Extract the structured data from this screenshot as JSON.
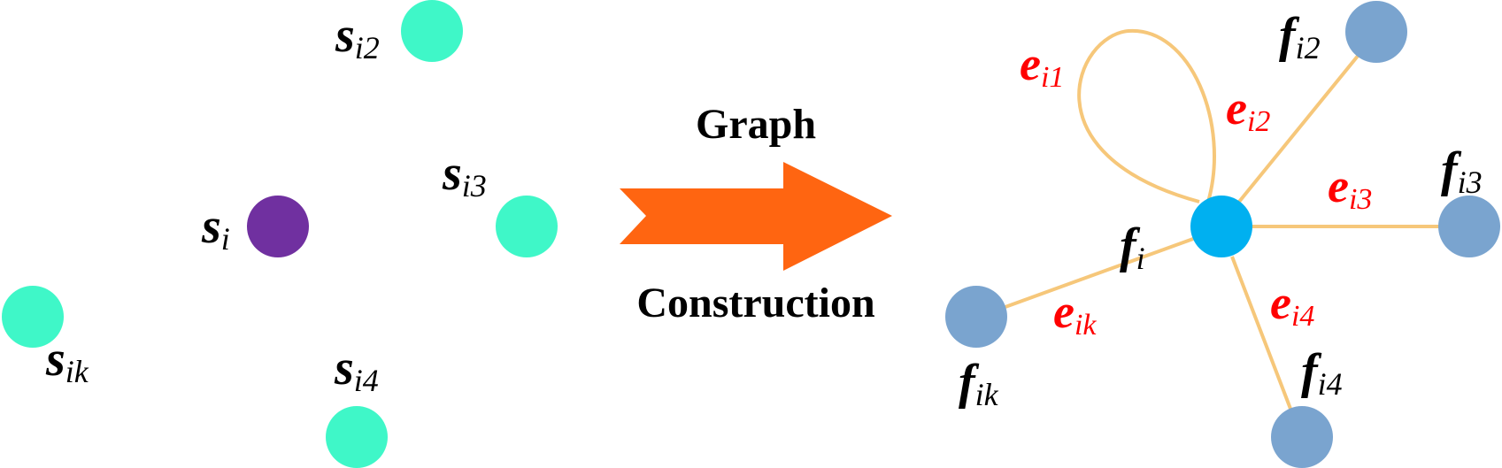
{
  "colors": {
    "sample_node": "#3ff7c8",
    "center_sample_node": "#7030a0",
    "feature_node": "#7aa4cf",
    "center_feature_node": "#00b0f0",
    "edge": "#f6c77a",
    "arrow": "#ff6511",
    "edge_label": "#ff0000",
    "node_label": "#000000"
  },
  "arrow": {
    "top_label": "Graph",
    "bottom_label": "Construction"
  },
  "left_nodes": [
    {
      "id": "si",
      "base": "s",
      "sub": "i",
      "role": "center"
    },
    {
      "id": "si2",
      "base": "s",
      "sub": "i2",
      "role": "neighbor"
    },
    {
      "id": "si3",
      "base": "s",
      "sub": "i3",
      "role": "neighbor"
    },
    {
      "id": "sik",
      "base": "s",
      "sub": "ik",
      "role": "neighbor"
    },
    {
      "id": "si4",
      "base": "s",
      "sub": "i4",
      "role": "neighbor"
    }
  ],
  "right_nodes": [
    {
      "id": "fi",
      "base": "f",
      "sub": "i",
      "role": "center"
    },
    {
      "id": "fi2",
      "base": "f",
      "sub": "i2",
      "role": "neighbor"
    },
    {
      "id": "fi3",
      "base": "f",
      "sub": "i3",
      "role": "neighbor"
    },
    {
      "id": "fik",
      "base": "f",
      "sub": "ik",
      "role": "neighbor"
    },
    {
      "id": "fi4",
      "base": "f",
      "sub": "i4",
      "role": "neighbor"
    }
  ],
  "edges": [
    {
      "id": "ei1",
      "from": "fi",
      "to": "fi",
      "base": "e",
      "sub": "i1"
    },
    {
      "id": "ei2",
      "from": "fi",
      "to": "fi2",
      "base": "e",
      "sub": "i2"
    },
    {
      "id": "ei3",
      "from": "fi",
      "to": "fi3",
      "base": "e",
      "sub": "i3"
    },
    {
      "id": "eik",
      "from": "fi",
      "to": "fik",
      "base": "e",
      "sub": "ik"
    },
    {
      "id": "ei4",
      "from": "fi",
      "to": "fi4",
      "base": "e",
      "sub": "i4"
    }
  ]
}
